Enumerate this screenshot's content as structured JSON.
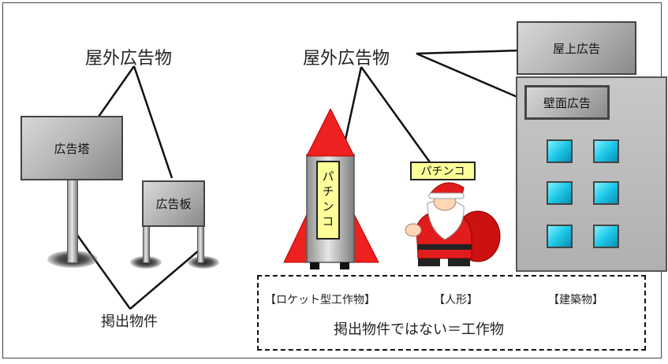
{
  "labels": {
    "outdoor_ad_left": "屋外広告物",
    "outdoor_ad_center": "屋外広告物",
    "ad_tower": "広告塔",
    "ad_board": "広告板",
    "posted_property": "掲出物件",
    "rooftop_ad": "屋上広告",
    "wall_ad": "壁面広告",
    "pachinko_rocket": "パチンコ",
    "pachinko_santa": "パチンコ",
    "rocket_structure": "【ロケット型工作物】",
    "doll": "【人形】",
    "building": "【建築物】",
    "not_posted_property": "掲出物件ではない＝工作物"
  }
}
